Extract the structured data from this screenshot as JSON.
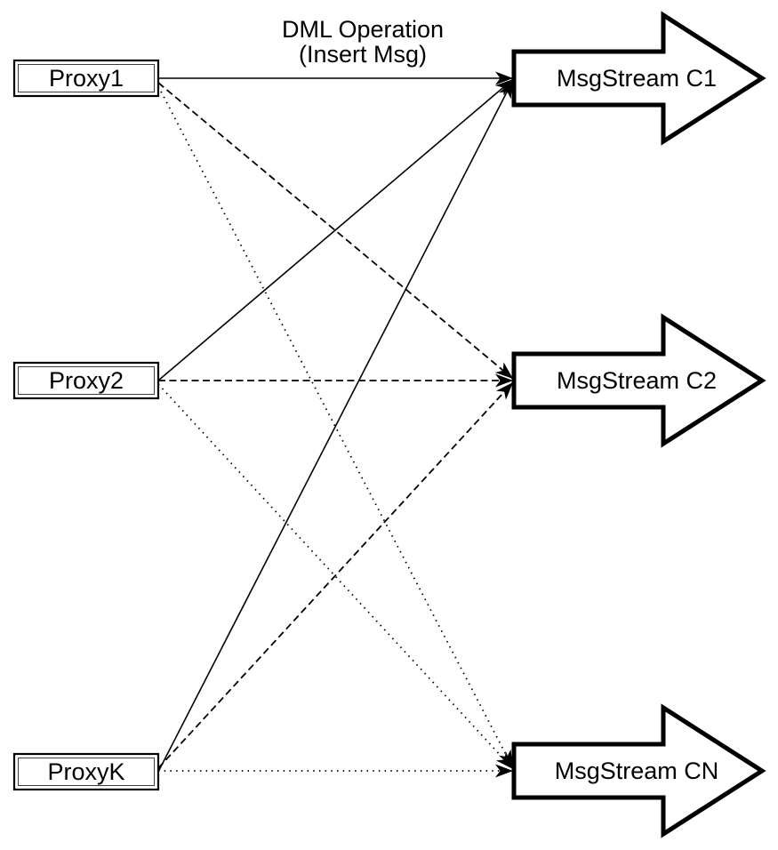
{
  "diagram": {
    "annotation": {
      "line1": "DML Operation",
      "line2": "(Insert Msg)"
    },
    "colors": {
      "stroke": "#000000",
      "fill": "#ffffff",
      "background": "#ffffff"
    },
    "proxies": [
      {
        "label": "Proxy1"
      },
      {
        "label": "Proxy2"
      },
      {
        "label": "ProxyK"
      }
    ],
    "streams": [
      {
        "label": "MsgStream C1",
        "incoming_line_style": "solid"
      },
      {
        "label": "MsgStream C2",
        "incoming_line_style": "dashed"
      },
      {
        "label": "MsgStream CN",
        "incoming_line_style": "dotted"
      }
    ],
    "connections": [
      {
        "from": "Proxy1",
        "to": "MsgStream C1",
        "style": "solid"
      },
      {
        "from": "Proxy2",
        "to": "MsgStream C1",
        "style": "solid"
      },
      {
        "from": "ProxyK",
        "to": "MsgStream C1",
        "style": "solid"
      },
      {
        "from": "Proxy1",
        "to": "MsgStream C2",
        "style": "dashed"
      },
      {
        "from": "Proxy2",
        "to": "MsgStream C2",
        "style": "dashed"
      },
      {
        "from": "ProxyK",
        "to": "MsgStream C2",
        "style": "dashed"
      },
      {
        "from": "Proxy1",
        "to": "MsgStream CN",
        "style": "dotted"
      },
      {
        "from": "Proxy2",
        "to": "MsgStream CN",
        "style": "dotted"
      },
      {
        "from": "ProxyK",
        "to": "MsgStream CN",
        "style": "dotted"
      }
    ]
  }
}
